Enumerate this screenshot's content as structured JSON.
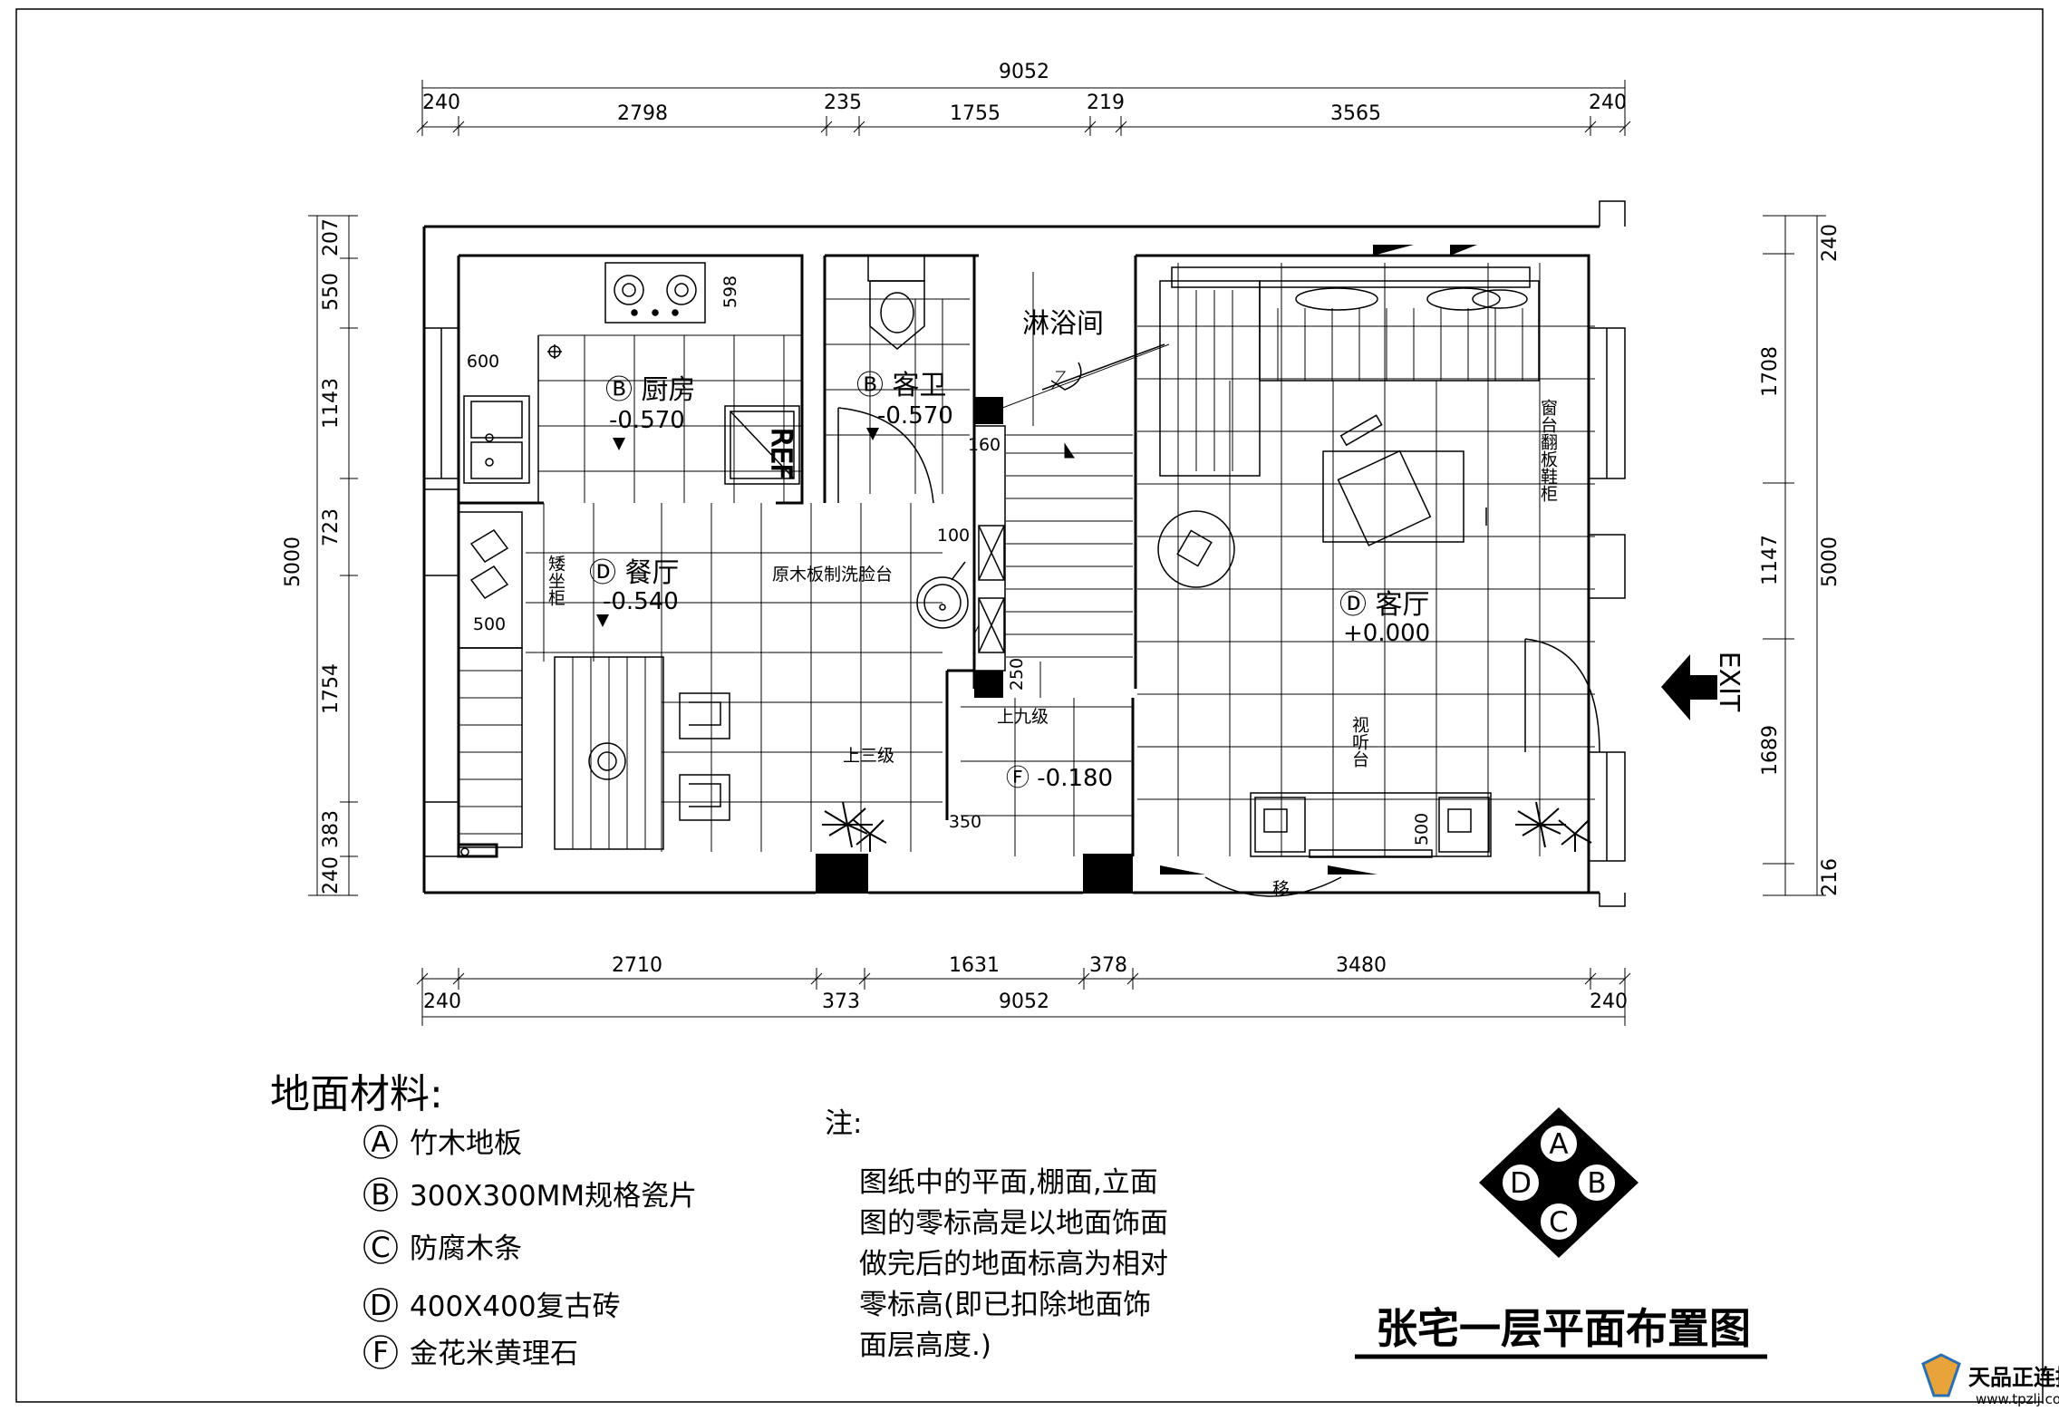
{
  "dims": {
    "top_total": "9052",
    "top_segments": [
      "240",
      "2798",
      "235",
      "1755",
      "219",
      "3565",
      "240"
    ],
    "bottom_segments": [
      "2710",
      "1631",
      "378",
      "3480"
    ],
    "bottom_row": [
      "240",
      "373",
      "9052",
      "240"
    ],
    "left_total": "5000",
    "left_segments": [
      "207",
      "550",
      "1143",
      "723",
      "1754",
      "383",
      "240"
    ],
    "right_total": "5000",
    "right_segments": [
      "240",
      "1708",
      "1147",
      "1689",
      "216"
    ],
    "inner": [
      "598",
      "600",
      "500",
      "160",
      "100",
      "250",
      "350",
      "500"
    ]
  },
  "rooms": {
    "kitchen": "Ⓑ 厨房",
    "kitchen_level": "-0.570",
    "bath": "Ⓑ 客卫",
    "bath_level": "-0.570",
    "shower": "淋浴间",
    "dining": "Ⓓ 餐厅",
    "dining_level": "-0.540",
    "living": "Ⓓ 客厅",
    "living_level": "+0.000",
    "foyer": "Ⓕ -0.180"
  },
  "labels": {
    "fridge": "REF",
    "basin": "原木板制洗脸台",
    "up9": "上九级",
    "up3": "上三级",
    "seat": "矮坐柜",
    "av": "视听台",
    "window_seat": "窗台翻板鞋柜",
    "move": "移",
    "exit": "EXIT"
  },
  "legend": {
    "title": "地面材料:",
    "items": [
      {
        "mark": "A",
        "text": "竹木地板"
      },
      {
        "mark": "B",
        "text": "300X300MM规格瓷片"
      },
      {
        "mark": "C",
        "text": "防腐木条"
      },
      {
        "mark": "D",
        "text": "400X400复古砖"
      },
      {
        "mark": "F",
        "text": "金花米黄理石"
      }
    ]
  },
  "note": {
    "title": "注:",
    "lines": [
      "图纸中的平面,棚面,立面",
      "图的零标高是以地面饰面",
      "做完后的地面标高为相对",
      "零标高(即已扣除地面饰",
      "面层高度.)"
    ]
  },
  "compass": {
    "letters": [
      "A",
      "B",
      "C",
      "D"
    ]
  },
  "drawing_title": "张宅一层平面布置图",
  "watermark": {
    "brand": "天品正连接",
    "url": "www.tpzlj.com"
  }
}
